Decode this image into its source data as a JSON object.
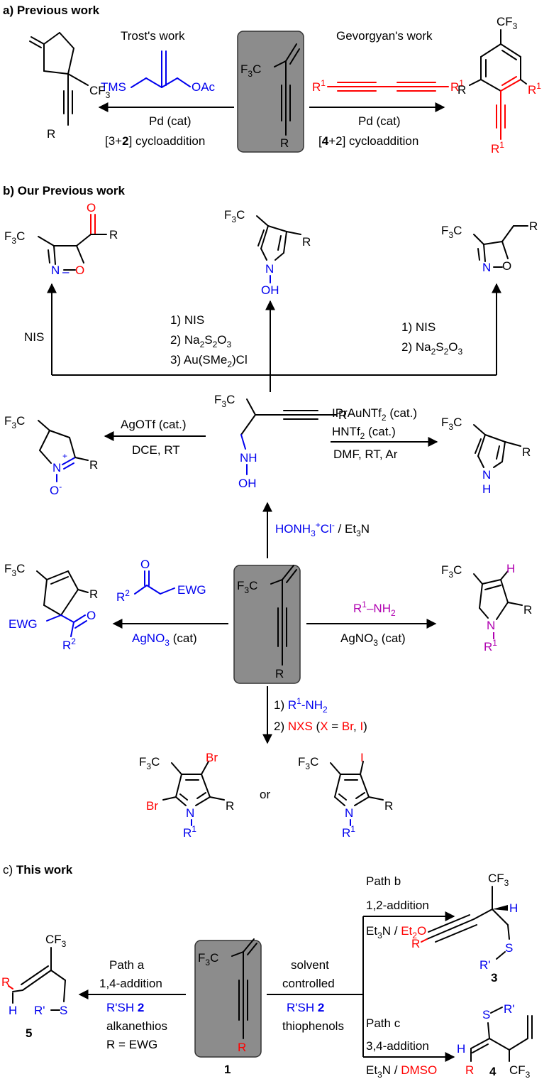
{
  "sections": {
    "a": "a) Previous work",
    "b": "b)  Our Previous work",
    "c_prefix": "c) ",
    "c_bold": "This work"
  },
  "section_a": {
    "left_title": "Trost's work",
    "right_title": "Gevorgyan's work",
    "left_cond1": "Pd (cat)",
    "left_cond2": "[3+2] cycloaddition",
    "right_cond1": "Pd (cat)",
    "right_cond2": "[4+2] cycloaddition",
    "tms": "TMS",
    "oac": "OAc"
  },
  "section_b": {
    "nis": "NIS",
    "mid_1": "1) NIS",
    "mid_2": "2) Na2S2O3",
    "mid_3": "3) Au(SMe2)Cl",
    "right_1": "1) NIS",
    "right_2": "2) Na2S2O3",
    "agotf": "AgOTf (cat.)",
    "dce": "DCE, RT",
    "ipr": "IPrAuNTf2 (cat.)",
    "hntf2": "HNTf2 (cat.)",
    "dmf": "DMF, RT, Ar",
    "honh": "HONH3+Cl- / Et3N",
    "agno3_left": "AgNO3 (cat)",
    "agno3_right": "AgNO3 (cat)",
    "r1nh2": "R1–NH2",
    "step1": "1) R1-NH2",
    "step2": "2) NXS (X = Br, I)",
    "or": "or",
    "ewg": "EWG"
  },
  "section_c": {
    "path_a": "Path a",
    "path_a_type": "1,4-addition",
    "path_a_reagent": "R'SH 2",
    "path_a_class": "alkanethios",
    "path_a_r": "R = EWG",
    "solvent": "solvent",
    "controlled": "controlled",
    "center_reagent": "R'SH 2",
    "thiophenols": "thiophenols",
    "path_b": "Path b",
    "path_b_type": "1,2-addition",
    "path_b_cond": "Et3N / Et2O",
    "path_c": "Path c",
    "path_c_type": "3,4-addition",
    "path_c_cond": "Et3N / DMSO",
    "cmp1": "1",
    "cmp3": "3",
    "cmp4": "4",
    "cmp5": "5"
  },
  "colors": {
    "reagent_blue": "#0000ee",
    "highlight_red": "#ff0000",
    "amine_purple": "#b000b0",
    "box_grey": "#8c8c8c"
  }
}
